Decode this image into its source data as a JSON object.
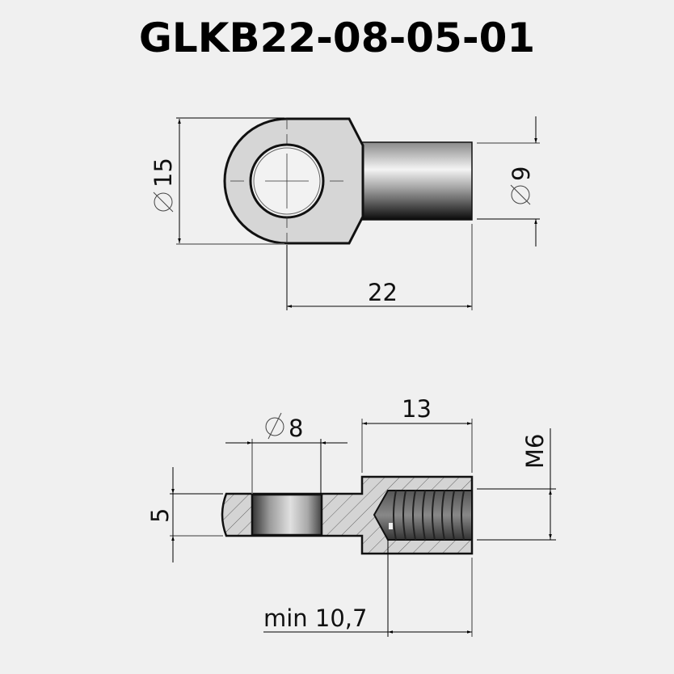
{
  "title": "GLKB22-08-05-01",
  "colors": {
    "background": "#f0f0f0",
    "part_fill": "#d4d4d4",
    "outline": "#111111",
    "dim_line": "#000000",
    "dim_line_gray": "#777777"
  },
  "top_view": {
    "dimensions": {
      "eye_diameter": "15",
      "shaft_diameter": "9",
      "length": "22"
    }
  },
  "side_view": {
    "dimensions": {
      "hole_diameter": "8",
      "thread_length": "13",
      "thread": "M6",
      "thickness": "5",
      "min_engagement": "min 10,7"
    }
  }
}
